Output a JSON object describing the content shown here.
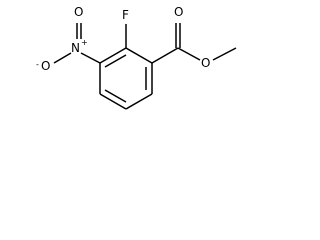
{
  "molecule": {
    "atoms": {
      "fluorine": "F",
      "nitro_nitrogen": "N",
      "nitro_plus": "+",
      "nitro_oxygen_top": "O",
      "nitro_oxygen_bottom": "O",
      "nitro_minus": "-",
      "carbonyl_oxygen": "O",
      "ester_oxygen": "O"
    }
  }
}
